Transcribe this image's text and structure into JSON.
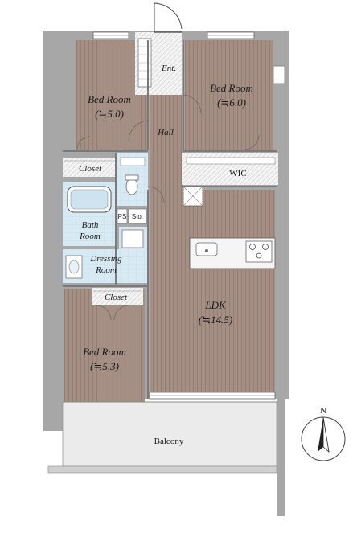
{
  "rooms": {
    "bed1": {
      "name": "Bed Room",
      "size": "(≒5.0)"
    },
    "bed2": {
      "name": "Bed Room",
      "size": "(≒6.0)"
    },
    "bed3": {
      "name": "Bed Room",
      "size": "(≒5.3)"
    },
    "ldk": {
      "name": "LDK",
      "size": "(≒14.5)"
    },
    "entrance": {
      "name": "Ent."
    },
    "hall": {
      "name": "Hall"
    },
    "wic": {
      "name": "WIC"
    },
    "closet1": {
      "name": "Closet"
    },
    "closet2": {
      "name": "Closet"
    },
    "bath": {
      "line1": "Bath",
      "line2": "Room"
    },
    "dressing": {
      "line1": "Dressing",
      "line2": "Room"
    },
    "ps": {
      "name": "PS"
    },
    "storage": {
      "name": "Sto."
    },
    "balcony": {
      "name": "Balcony"
    }
  },
  "compass": {
    "north_label": "N"
  },
  "colors": {
    "wall": "#a7a7a7",
    "wood_floor": "#a58e83",
    "wet_area": "#d7e9f3",
    "storage": "#f3f3f3",
    "balcony": "#ebebeb"
  }
}
